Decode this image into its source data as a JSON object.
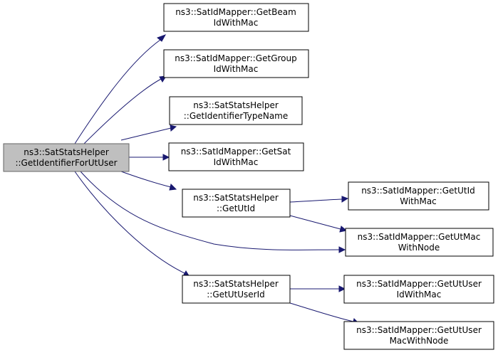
{
  "colors": {
    "edge": "#191970",
    "root_fill": "#bfbfbf",
    "root_border": "#666666",
    "node_fill": "#ffffff",
    "node_border": "#000000"
  },
  "nodes": {
    "root": {
      "line1": "ns3::SatStatsHelper",
      "line2": "::GetIdentifierForUtUser"
    },
    "beam": {
      "line1": "ns3::SatIdMapper::GetBeam",
      "line2": "IdWithMac"
    },
    "group": {
      "line1": "ns3::SatIdMapper::GetGroup",
      "line2": "IdWithMac"
    },
    "typename": {
      "line1": "ns3::SatStatsHelper",
      "line2": "::GetIdentifierTypeName"
    },
    "sat": {
      "line1": "ns3::SatIdMapper::GetSat",
      "line2": "IdWithMac"
    },
    "utid": {
      "line1": "ns3::SatStatsHelper",
      "line2": "::GetUtId"
    },
    "ut_idwithmac": {
      "line1": "ns3::SatIdMapper::GetUtId",
      "line2": "WithMac"
    },
    "ut_macwithnode": {
      "line1": "ns3::SatIdMapper::GetUtMac",
      "line2": "WithNode"
    },
    "utuserid": {
      "line1": "ns3::SatStatsHelper",
      "line2": "::GetUtUserId"
    },
    "utuser_idwithmac": {
      "line1": "ns3::SatIdMapper::GetUtUser",
      "line2": "IdWithMac"
    },
    "utuser_macwithnode": {
      "line1": "ns3::SatIdMapper::GetUtUser",
      "line2": "MacWithNode"
    }
  }
}
